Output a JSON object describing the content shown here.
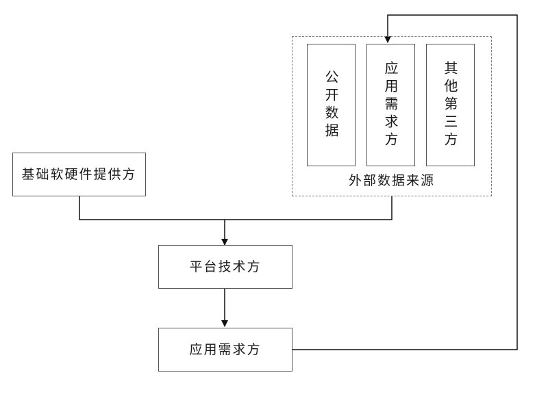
{
  "nodes": {
    "basic_provider": "基础软硬件提供方",
    "platform": "平台技术方",
    "app_demand_bottom": "应用需求方",
    "external_group": "外部数据来源",
    "public_data": "公开数据",
    "app_demand_top": "应用需求方",
    "third_party": "其他第三方"
  }
}
